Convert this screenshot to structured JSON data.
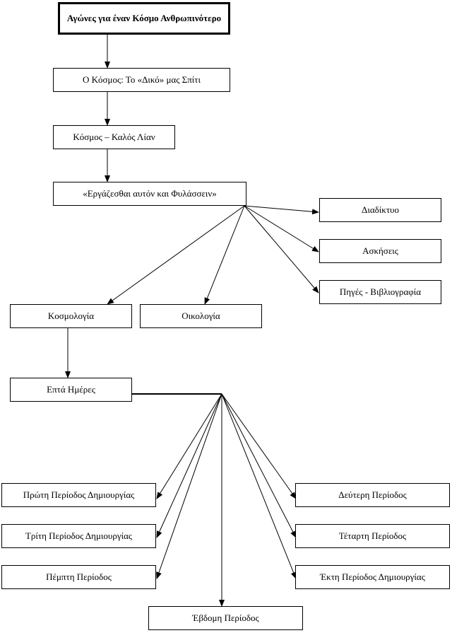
{
  "diagram": {
    "nodes": {
      "root": "Αγώνες για έναν Κόσμο Ανθρωπινότερο",
      "home": "Ο Κόσμος: Το «Δικό» μας Σπίτι",
      "kalos": "Κόσμος – Καλός Λίαν",
      "ergazesthai": "«Εργάζεσθαι αυτόν και Φυλάσσειν»",
      "diadiktyo": "Διαδίκτυο",
      "askiseis": "Ασκήσεις",
      "piges": "Πηγές - Βιβλιογραφία",
      "kosmologia": "Κοσμολογία",
      "oikologia": "Οικολογία",
      "epta": "Επτά Ημέρες",
      "p1": "Πρώτη Περίοδος Δημιουργίας",
      "p2": "Δεύτερη Περίοδος",
      "p3": "Τρίτη Περίοδος Δημιουργίας",
      "p4": "Τέταρτη Περίοδος",
      "p5": "Πέμπτη Περίοδος",
      "p6": "Έκτη Περίοδος Δημιουργίας",
      "p7": "Έβδομη Περίοδος"
    },
    "edges": [
      [
        "root",
        "home"
      ],
      [
        "home",
        "kalos"
      ],
      [
        "kalos",
        "ergazesthai"
      ],
      [
        "ergazesthai",
        "diadiktyo"
      ],
      [
        "ergazesthai",
        "askiseis"
      ],
      [
        "ergazesthai",
        "piges"
      ],
      [
        "ergazesthai",
        "kosmologia"
      ],
      [
        "ergazesthai",
        "oikologia"
      ],
      [
        "kosmologia",
        "epta"
      ],
      [
        "epta",
        "p1"
      ],
      [
        "epta",
        "p2"
      ],
      [
        "epta",
        "p3"
      ],
      [
        "epta",
        "p4"
      ],
      [
        "epta",
        "p5"
      ],
      [
        "epta",
        "p6"
      ],
      [
        "epta",
        "p7"
      ]
    ]
  },
  "colors": {
    "line": "#000000",
    "box": "#ffffff",
    "text": "#000000"
  }
}
